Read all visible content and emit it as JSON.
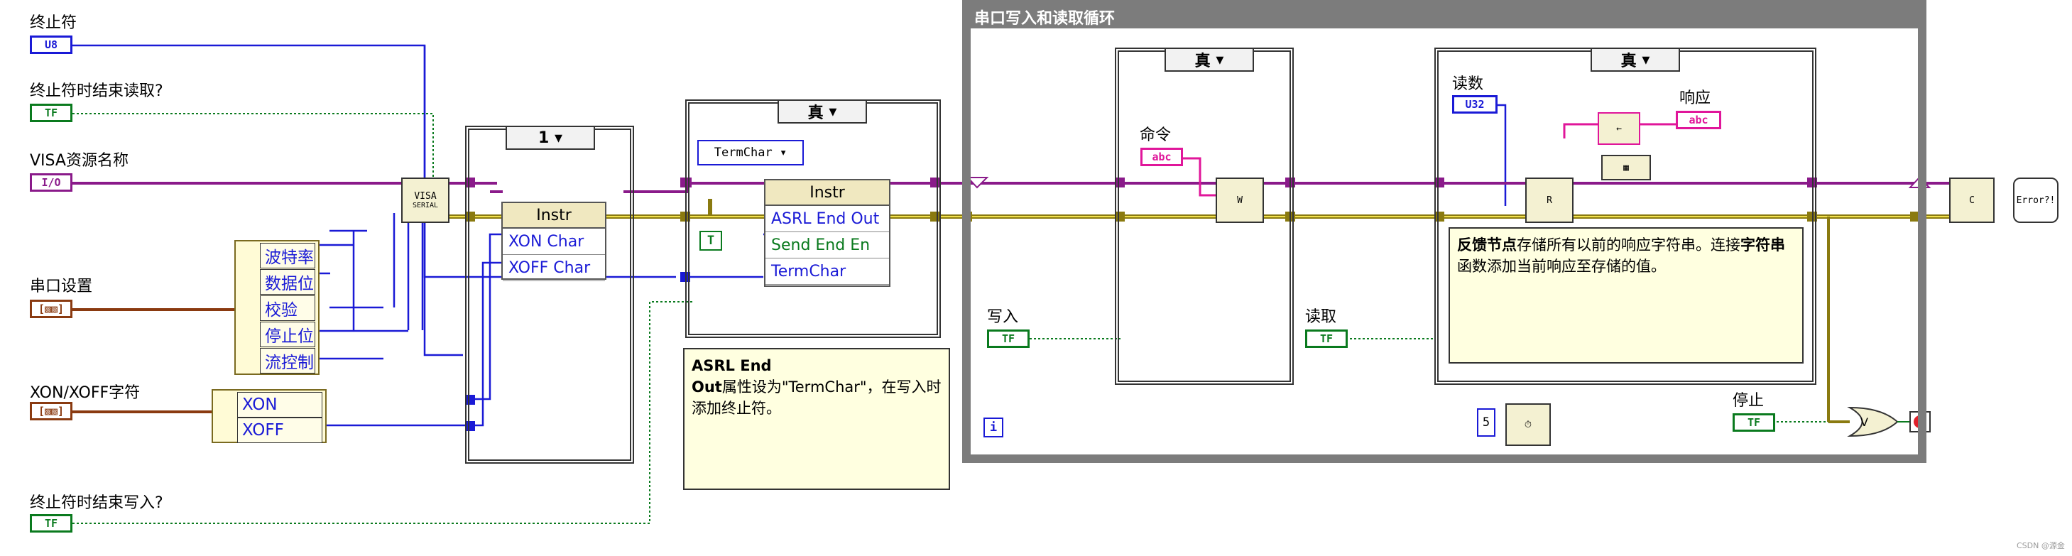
{
  "controls": {
    "term_char": {
      "label": "终止符",
      "type": "U8"
    },
    "term_read": {
      "label": "终止符时结束读取?",
      "type": "TF"
    },
    "visa_name": {
      "label": "VISA资源名称",
      "type": "I/O"
    },
    "serial_settings": {
      "label": "串口设置",
      "type": "?"
    },
    "xon_xoff": {
      "label": "XON/XOFF字符",
      "type": "?"
    },
    "term_write": {
      "label": "终止符时结束写入?",
      "type": "TF"
    },
    "write": {
      "label": "写入",
      "type": "TF"
    },
    "read": {
      "label": "读取",
      "type": "TF"
    },
    "read_count": {
      "label": "读数",
      "type": "U32"
    },
    "command": {
      "label": "命令",
      "type": "abc"
    },
    "response": {
      "label": "响应",
      "type": "abc"
    },
    "stop": {
      "label": "停止",
      "type": "TF"
    }
  },
  "unbundle_serial": [
    "波特率",
    "数据位",
    "校验",
    "停止位",
    "流控制"
  ],
  "unbundle_xon": [
    "XON",
    "XOFF"
  ],
  "case1": {
    "selector": "1",
    "prop_header": "Instr",
    "props": [
      "XON Char",
      "XOFF Char"
    ]
  },
  "case2": {
    "selector": "真",
    "termchar_const": "TermChar",
    "prop_header": "Instr",
    "props": [
      "ASRL End Out",
      "Send End En",
      "TermChar"
    ],
    "bool_const": "T"
  },
  "comment1": {
    "title": "ASRL End",
    "body_bold": "Out",
    "body": "属性设为\"TermChar\"，在写入时添加终止符。"
  },
  "loop": {
    "title": "串口写入和读取循环",
    "iteration": "i",
    "wait_const": "5"
  },
  "case3": {
    "selector": "真"
  },
  "case4": {
    "selector": "真"
  },
  "comment2": {
    "bold1": "反馈节点",
    "text1": "存储所有以前的响应字符串。连接",
    "bold2": "字符串",
    "text2": "函数添加当前响应至存储的值。"
  },
  "visa_open_label": "VISA",
  "watermark": "CSDN @源金"
}
